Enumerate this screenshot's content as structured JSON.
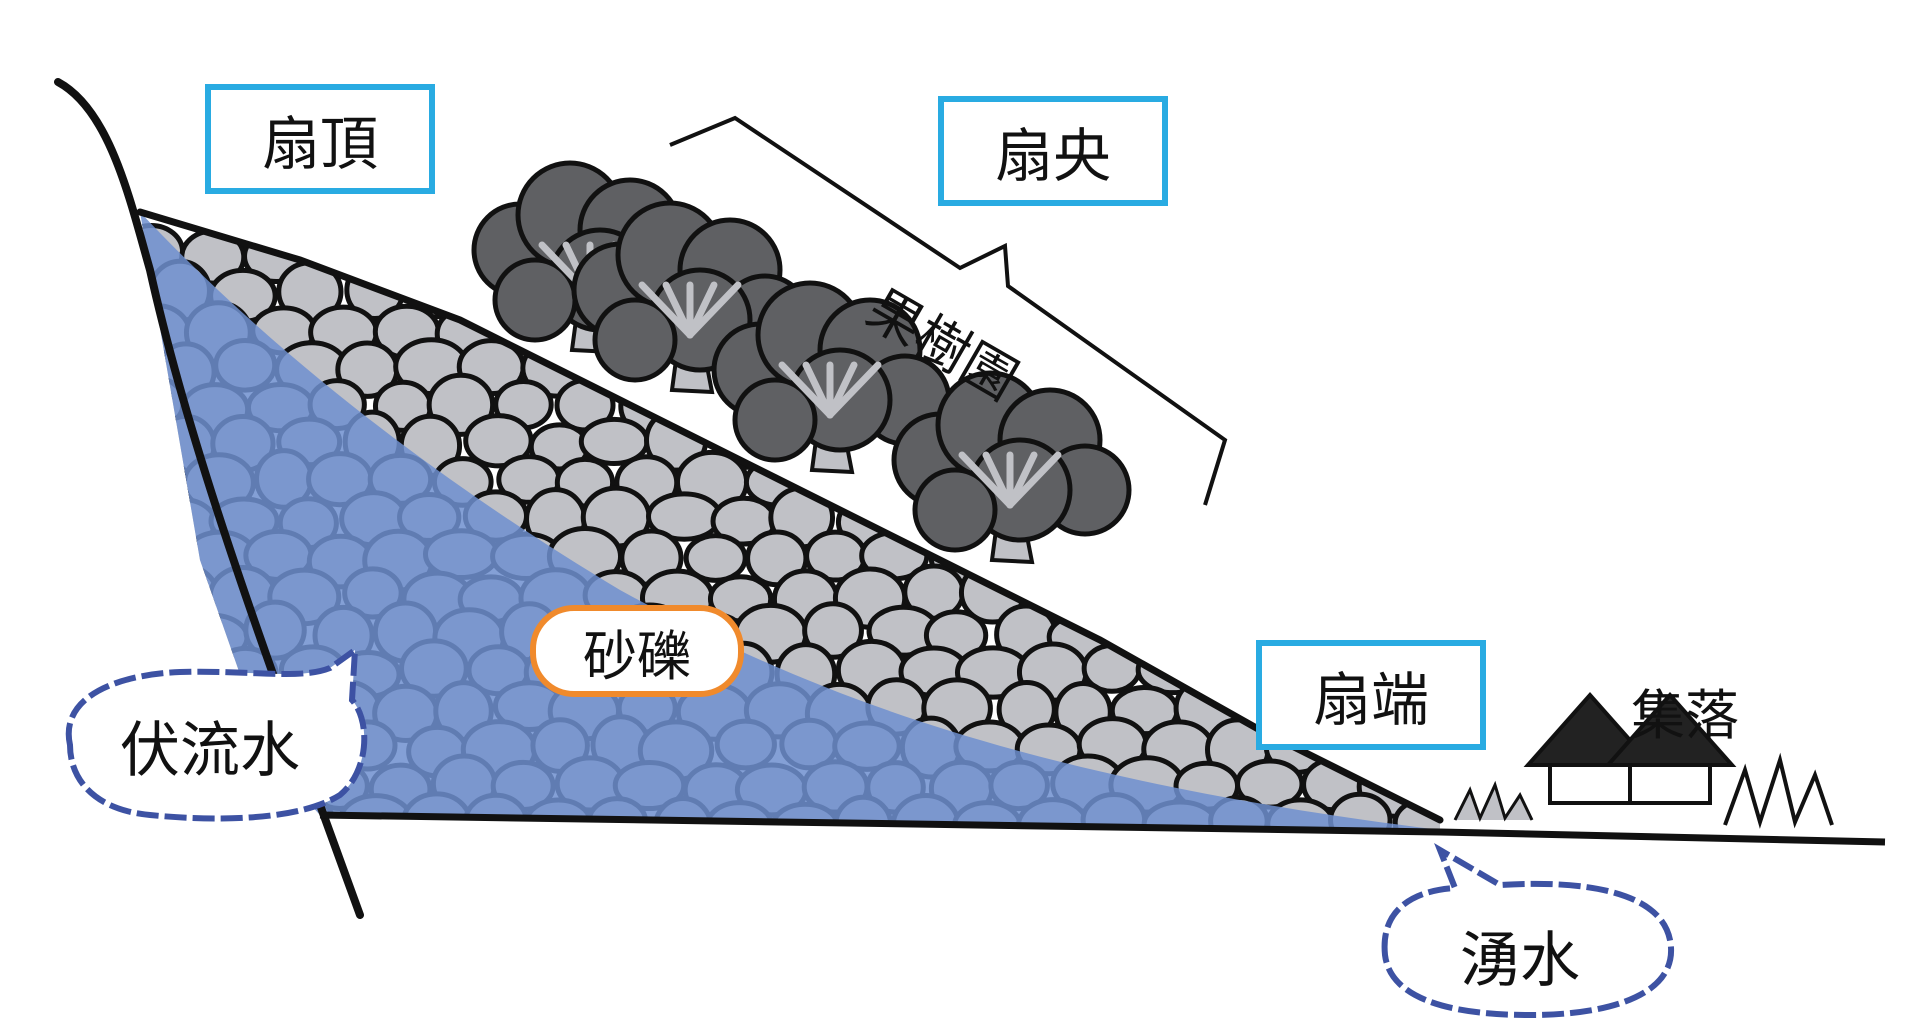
{
  "labels": {
    "fan_apex": "扇頂",
    "fan_middle": "扇央",
    "fan_toe": "扇端",
    "orchard": "果樹園",
    "village": "集落",
    "gravel": "砂礫",
    "underflow": "伏流水",
    "spring": "湧水"
  },
  "colors": {
    "zone_border": "#29abe2",
    "gravel_border": "#f08a2c",
    "groundwater": "#6f8fcf",
    "bubble_outline": "#3d52a3",
    "stone_fill": "#c0c1c6",
    "tree_fill": "#5f6063",
    "outline": "#111111"
  }
}
